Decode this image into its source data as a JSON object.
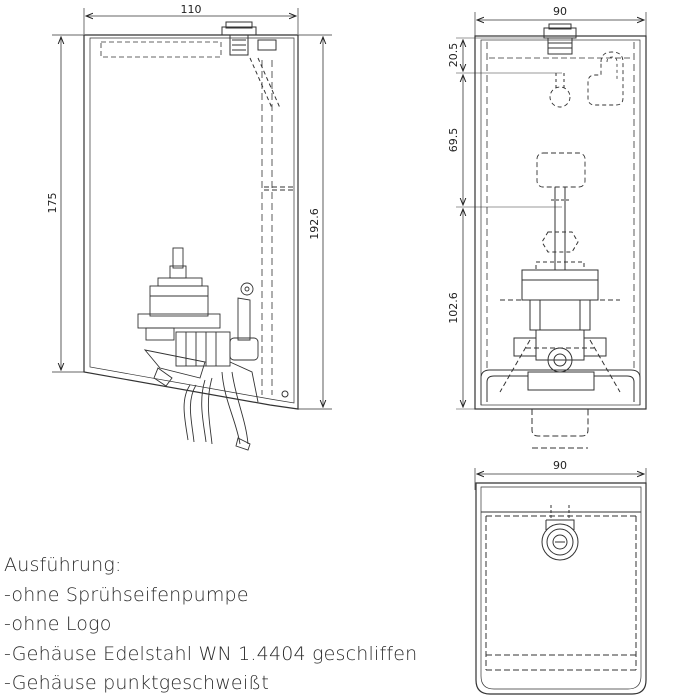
{
  "views": {
    "side": {
      "width_dim": "110",
      "height_dim_left": "175",
      "height_dim_right": "192.6"
    },
    "front": {
      "width_dim": "90",
      "dim_top": "20.5",
      "dim_mid": "69.5",
      "dim_bottom": "102.6"
    },
    "bottom": {
      "width_dim": "90"
    }
  },
  "notes": {
    "heading": "Ausführung:",
    "lines": [
      "-ohne Sprühseifenpumpe",
      "-ohne Logo",
      "-Gehäuse Edelstahl WN 1.4404 geschliffen",
      "-Gehäuse punktgeschweißt"
    ]
  }
}
